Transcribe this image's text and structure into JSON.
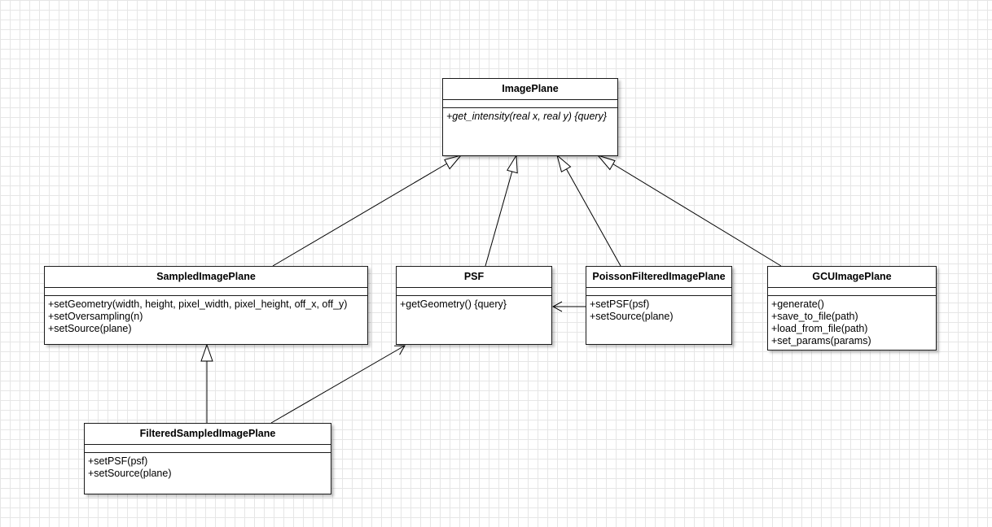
{
  "classes": {
    "image_plane": {
      "name": "ImagePlane",
      "operations": [
        "+get_intensity(real x, real y) {query}"
      ]
    },
    "sampled_image_plane": {
      "name": "SampledImagePlane",
      "operations": [
        "+setGeometry(width, height, pixel_width, pixel_height, off_x, off_y)",
        "+setOversampling(n)",
        "+setSource(plane)"
      ]
    },
    "psf": {
      "name": "PSF",
      "operations": [
        "+getGeometry() {query}"
      ]
    },
    "poisson_filtered_image_plane": {
      "name": "PoissonFilteredImagePlane",
      "operations": [
        "+setPSF(psf)",
        "+setSource(plane)"
      ]
    },
    "gcu_image_plane": {
      "name": "GCUImagePlane",
      "operations": [
        "+generate()",
        "+save_to_file(path)",
        "+load_from_file(path)",
        "+set_params(params)"
      ]
    },
    "filtered_sampled_image_plane": {
      "name": "FilteredSampledImagePlane",
      "operations": [
        "+setPSF(psf)",
        "+setSource(plane)"
      ]
    }
  },
  "relations": [
    {
      "type": "generalization",
      "from": "SampledImagePlane",
      "to": "ImagePlane"
    },
    {
      "type": "generalization",
      "from": "PSF",
      "to": "ImagePlane"
    },
    {
      "type": "generalization",
      "from": "PoissonFilteredImagePlane",
      "to": "ImagePlane"
    },
    {
      "type": "generalization",
      "from": "GCUImagePlane",
      "to": "ImagePlane"
    },
    {
      "type": "generalization",
      "from": "FilteredSampledImagePlane",
      "to": "SampledImagePlane"
    },
    {
      "type": "association",
      "from": "FilteredSampledImagePlane",
      "to": "PSF"
    },
    {
      "type": "association",
      "from": "PoissonFilteredImagePlane",
      "to": "PSF"
    }
  ]
}
